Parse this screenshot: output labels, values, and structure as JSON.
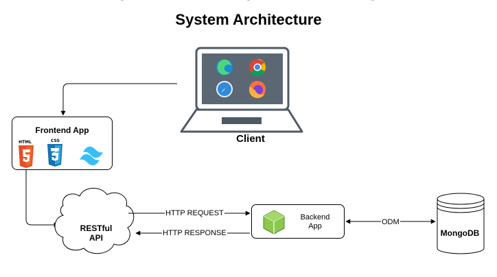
{
  "diagram": {
    "title": "System Architecture",
    "client": {
      "label": "Client"
    },
    "frontend": {
      "label": "Frontend App",
      "badges": {
        "html": "HTML",
        "css": "CSS"
      }
    },
    "api": {
      "line1": "RESTful",
      "line2": "API"
    },
    "backend": {
      "line1": "Backend",
      "line2": "App"
    },
    "database": {
      "label": "MongoDB"
    },
    "edges": {
      "request": "HTTP REQUEST",
      "response": "HTTP RESPONSE",
      "odm": "ODM"
    }
  }
}
